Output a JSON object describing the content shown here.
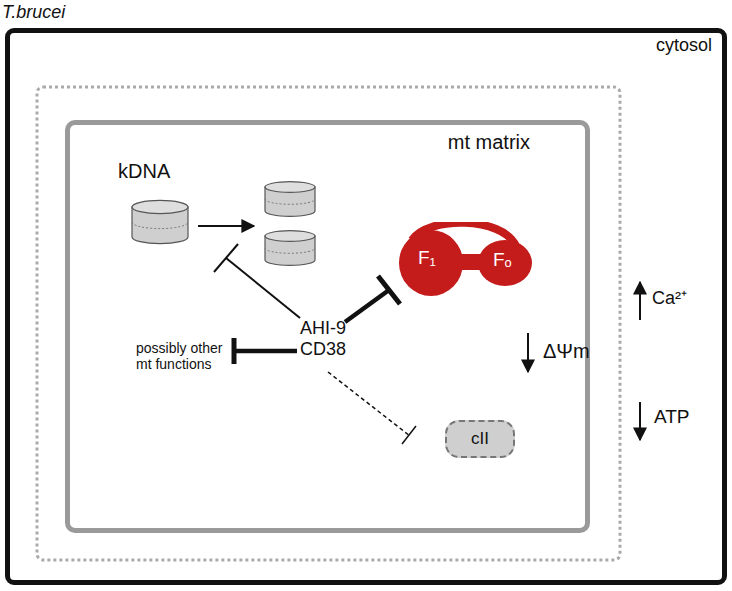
{
  "diagram": {
    "nodes": [
      {
        "text": [
          "T.brucei",
          "cytosol"
        ]
      },
      {
        "text": [
          "mt matrix"
        ],
        "in": 0
      },
      {
        "text": [
          "F₁",
          "Fₒ"
        ],
        "in": 1
      },
      {
        "text": [
          "cII"
        ],
        "in": 1
      }
    ],
    "labels": [
      "kDNA",
      "possibly other mt functions",
      "AHI-9 CD38",
      "ΔΨm",
      "Ca²⁺",
      "ATP"
    ]
  }
}
